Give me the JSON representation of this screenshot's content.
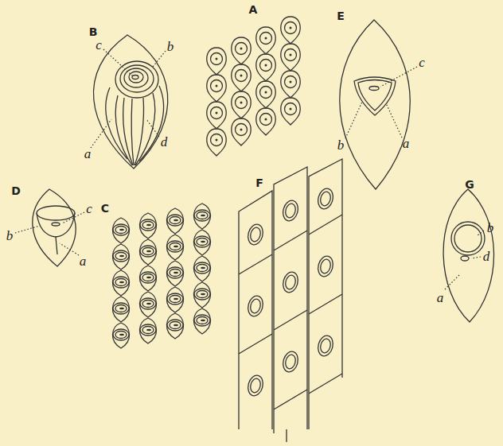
{
  "diagram": {
    "labels": [
      "B",
      "c",
      "b",
      "a",
      "d",
      "A",
      "E",
      "c",
      "b",
      "a",
      "D",
      "c",
      "b",
      "a",
      "C",
      "F",
      "G",
      "b",
      "d",
      "a"
    ]
  }
}
